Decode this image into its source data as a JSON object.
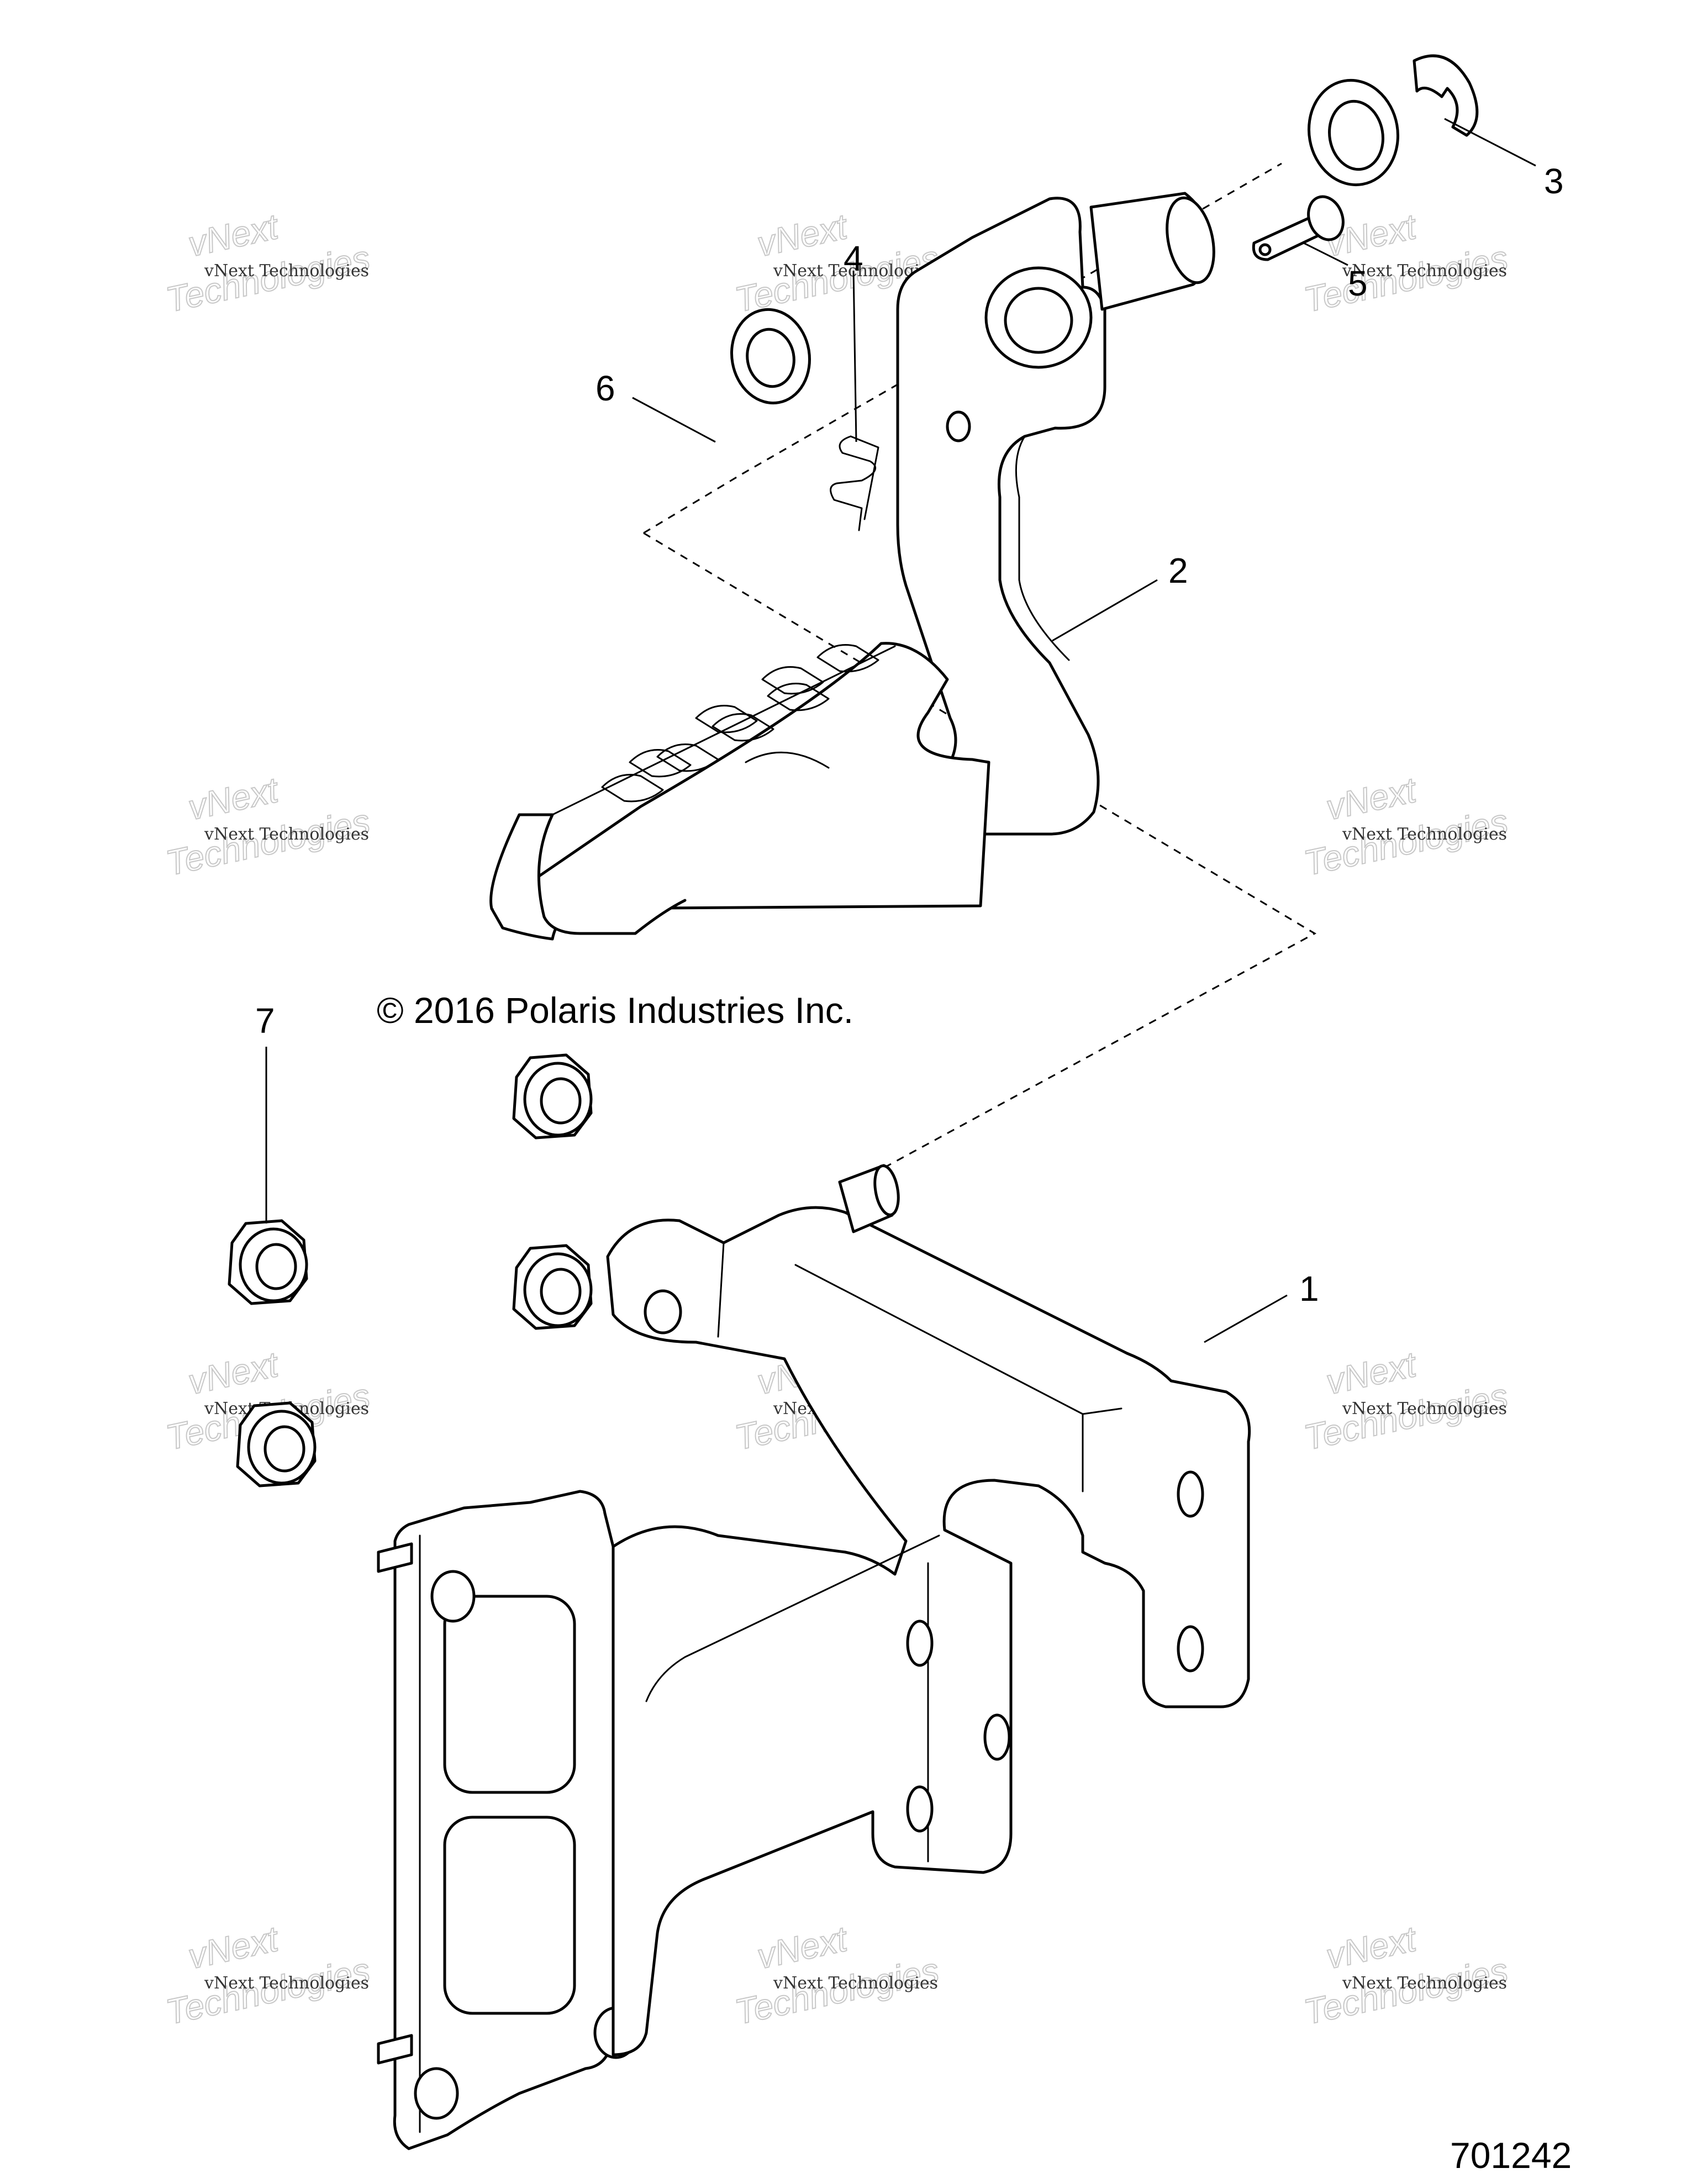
{
  "diagram": {
    "copyright": "© 2016 Polaris Industries Inc.",
    "figure_number": "701242",
    "callouts": [
      {
        "id": "1",
        "part": "pedal-mount-bracket"
      },
      {
        "id": "2",
        "part": "brake-pedal-arm"
      },
      {
        "id": "3",
        "part": "e-clip"
      },
      {
        "id": "4",
        "part": "hair-pin-clip"
      },
      {
        "id": "5",
        "part": "clevis-pin"
      },
      {
        "id": "6",
        "part": "flange-bushing"
      },
      {
        "id": "7",
        "part": "flange-nut"
      }
    ],
    "watermark": {
      "line_small": "vNext Technologies",
      "line_big_1": "vNext",
      "line_big_2": "Technologies"
    }
  }
}
